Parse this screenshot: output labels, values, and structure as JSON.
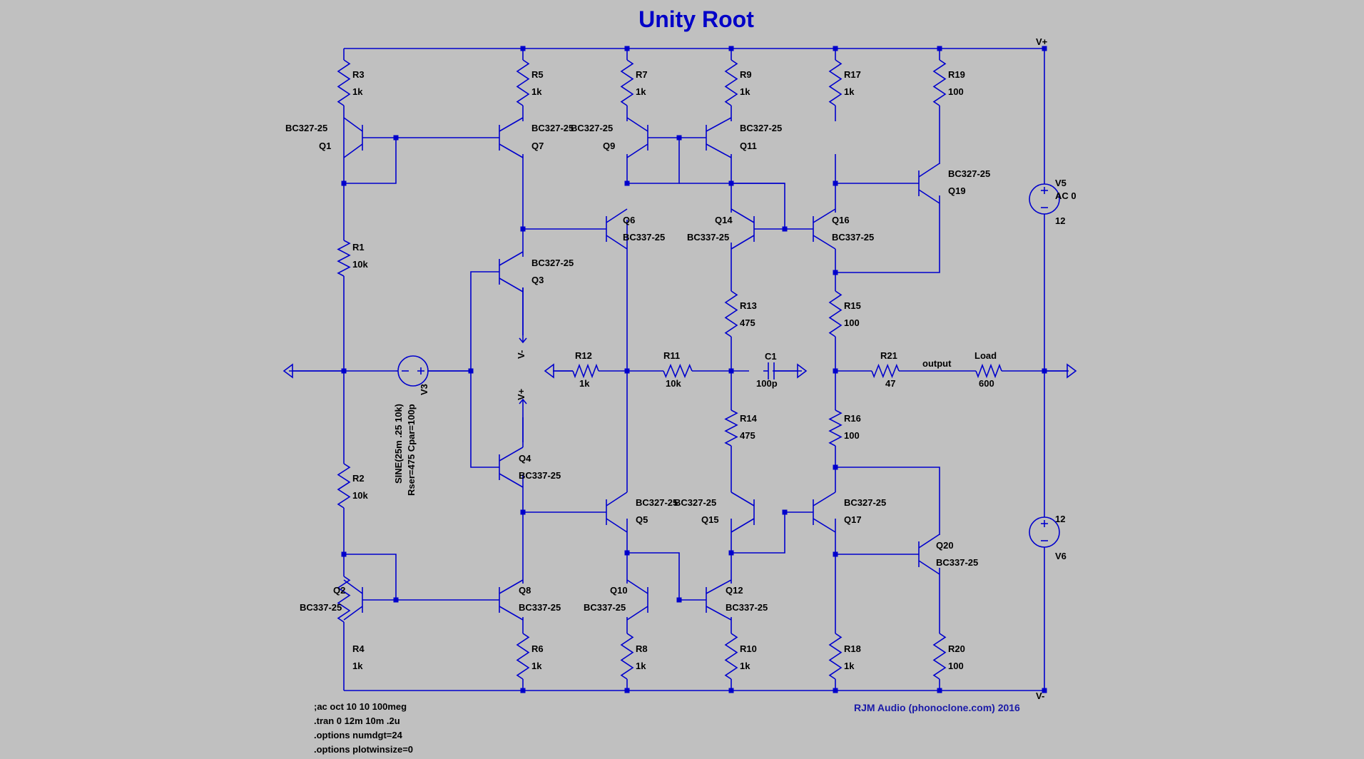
{
  "title": "Unity Root",
  "credit": "RJM Audio (phonoclone.com) 2016",
  "colors": {
    "background": "#c0c0c0",
    "wire": "#0000cc",
    "title": "#0000c8",
    "text": "#000000"
  },
  "rails": {
    "vplus": "V+",
    "vminus": "V-"
  },
  "resistors": [
    {
      "ref": "R3",
      "value": "1k"
    },
    {
      "ref": "R5",
      "value": "1k"
    },
    {
      "ref": "R7",
      "value": "1k"
    },
    {
      "ref": "R9",
      "value": "1k"
    },
    {
      "ref": "R17",
      "value": "1k"
    },
    {
      "ref": "R19",
      "value": "100"
    },
    {
      "ref": "R1",
      "value": "10k"
    },
    {
      "ref": "R2",
      "value": "10k"
    },
    {
      "ref": "R13",
      "value": "475"
    },
    {
      "ref": "R15",
      "value": "100"
    },
    {
      "ref": "R14",
      "value": "475"
    },
    {
      "ref": "R16",
      "value": "100"
    },
    {
      "ref": "R4",
      "value": "1k"
    },
    {
      "ref": "R6",
      "value": "1k"
    },
    {
      "ref": "R8",
      "value": "1k"
    },
    {
      "ref": "R10",
      "value": "1k"
    },
    {
      "ref": "R18",
      "value": "1k"
    },
    {
      "ref": "R20",
      "value": "100"
    },
    {
      "ref": "R12",
      "value": "1k"
    },
    {
      "ref": "R11",
      "value": "10k"
    },
    {
      "ref": "R21",
      "value": "47"
    },
    {
      "ref": "Load",
      "value": "600"
    }
  ],
  "capacitor": {
    "ref": "C1",
    "value": "100p"
  },
  "transistors": [
    {
      "ref": "Q1",
      "model": "BC327-25"
    },
    {
      "ref": "Q7",
      "model": "BC327-25"
    },
    {
      "ref": "Q9",
      "model": "BC327-25"
    },
    {
      "ref": "Q11",
      "model": "BC327-25"
    },
    {
      "ref": "Q19",
      "model": "BC327-25"
    },
    {
      "ref": "Q6",
      "model": "BC337-25"
    },
    {
      "ref": "Q14",
      "model": "BC337-25"
    },
    {
      "ref": "Q16",
      "model": "BC337-25"
    },
    {
      "ref": "Q3",
      "model": "BC327-25"
    },
    {
      "ref": "Q4",
      "model": "BC337-25"
    },
    {
      "ref": "Q5",
      "model": "BC327-25"
    },
    {
      "ref": "Q15",
      "model": "BC327-25"
    },
    {
      "ref": "Q17",
      "model": "BC327-25"
    },
    {
      "ref": "Q20",
      "model": "BC337-25"
    },
    {
      "ref": "Q2",
      "model": "BC337-25"
    },
    {
      "ref": "Q8",
      "model": "BC337-25"
    },
    {
      "ref": "Q10",
      "model": "BC337-25"
    },
    {
      "ref": "Q12",
      "model": "BC337-25"
    }
  ],
  "sources": {
    "v3": {
      "ref": "V3",
      "value1": "SINE(25m .25 10k)",
      "value2": "Rser=475 Cpar=100p"
    },
    "v5": {
      "ref": "V5",
      "value1": "AC 0",
      "value2": "12"
    },
    "v6": {
      "ref": "V6",
      "value": "12"
    }
  },
  "net_labels": {
    "output": "output",
    "vminus_pin": "V-",
    "vplus_pin": "V+"
  },
  "directives": [
    ";ac oct 10 10 100meg",
    ".tran 0 12m 10m .2u",
    ".options numdgt=24",
    ".options plotwinsize=0"
  ]
}
